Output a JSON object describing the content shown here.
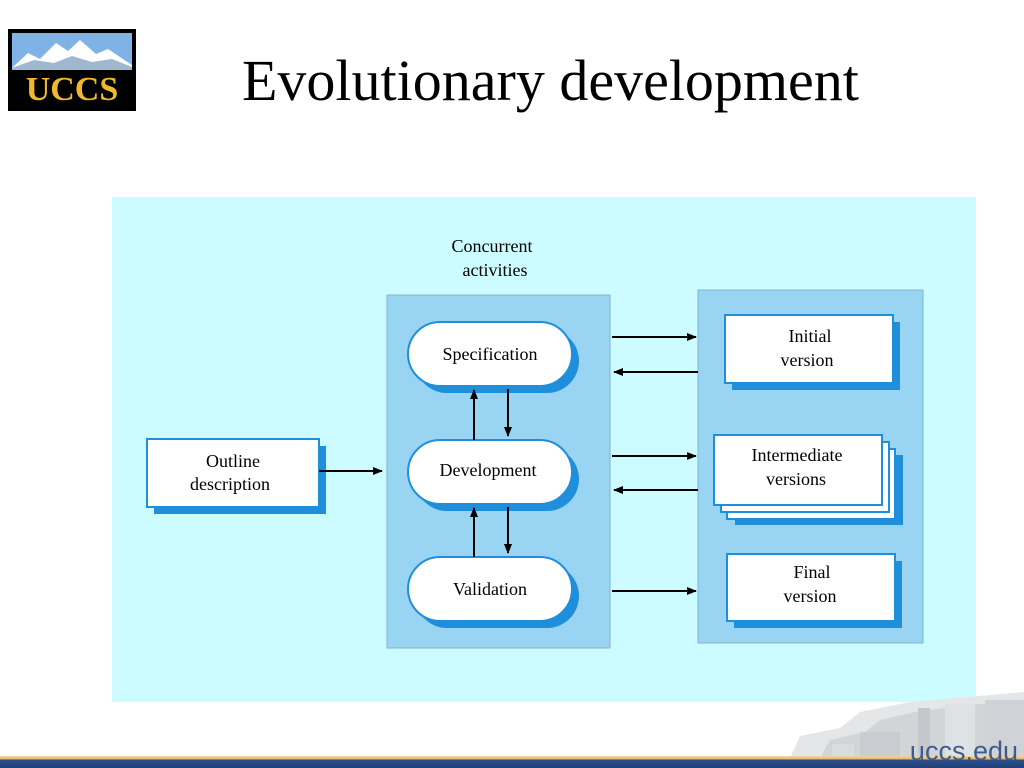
{
  "slide": {
    "title": "Evolutionary development",
    "logo_text": "UCCS",
    "footer_url": "uccs.edu"
  },
  "diagram": {
    "group_label": [
      "Concurrent",
      "activities"
    ],
    "outline": [
      "Outline",
      "description"
    ],
    "activities": {
      "specification": "Specification",
      "development": "Development",
      "validation": "Validation"
    },
    "versions": {
      "initial": [
        "Initial",
        "version"
      ],
      "intermediate": [
        "Intermediate",
        "versions"
      ],
      "final": [
        "Final",
        "version"
      ]
    }
  },
  "colors": {
    "diagram_background": "#ccfcff",
    "panel": "#99d5f2",
    "box_shadow": "#1f8fdc",
    "box_fill": "#ffffff",
    "title_text": "#000000",
    "footer_blue": "#1f3f78",
    "logo_gold": "#f0b82d"
  }
}
